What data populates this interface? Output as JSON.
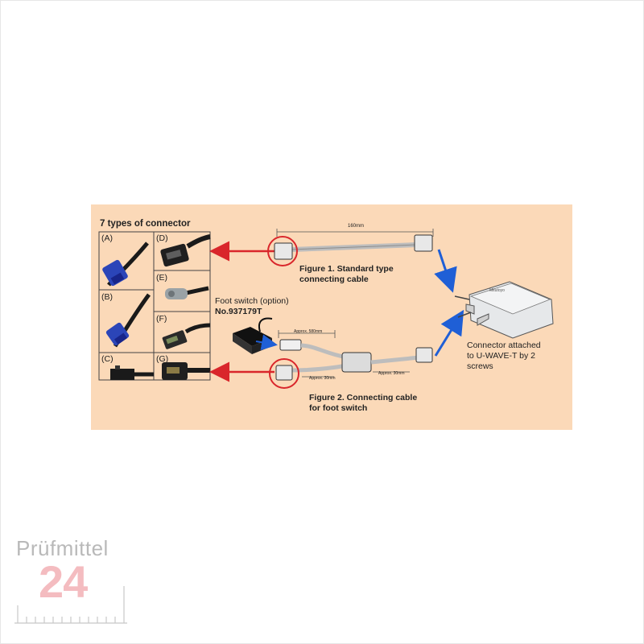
{
  "diagram": {
    "section_title": "7 types of connector",
    "connectors": [
      {
        "label": "(A)"
      },
      {
        "label": "(B)"
      },
      {
        "label": "(C)"
      },
      {
        "label": "(D)"
      },
      {
        "label": "(E)"
      },
      {
        "label": "(F)"
      },
      {
        "label": "(G)"
      }
    ],
    "foot_switch_label": "Foot switch (option)",
    "foot_switch_number": "No.937179T",
    "fig1_caption_line1": "Figure 1. Standard type",
    "fig1_caption_line2": "connecting cable",
    "fig2_caption_line1": "Figure 2. Connecting cable",
    "fig2_caption_line2": "for foot switch",
    "dim_160": "160mm",
    "dim_approx_580": "Approx. 580mm",
    "dim_approx_30_a": "Approx. 30mm",
    "dim_approx_30_b": "Approx. 30mm",
    "attach_note_line1": "Connector attached",
    "attach_note_line2": "to U-WAVE-T by 2",
    "attach_note_line3": "screws",
    "device_brand": "Mitutoyo",
    "colors": {
      "panel": "#fbd9b8",
      "red_arrow": "#d9262b",
      "blue_arrow": "#1f5fd6"
    }
  },
  "logo": {
    "name": "Prüfmittel",
    "number": "24"
  }
}
